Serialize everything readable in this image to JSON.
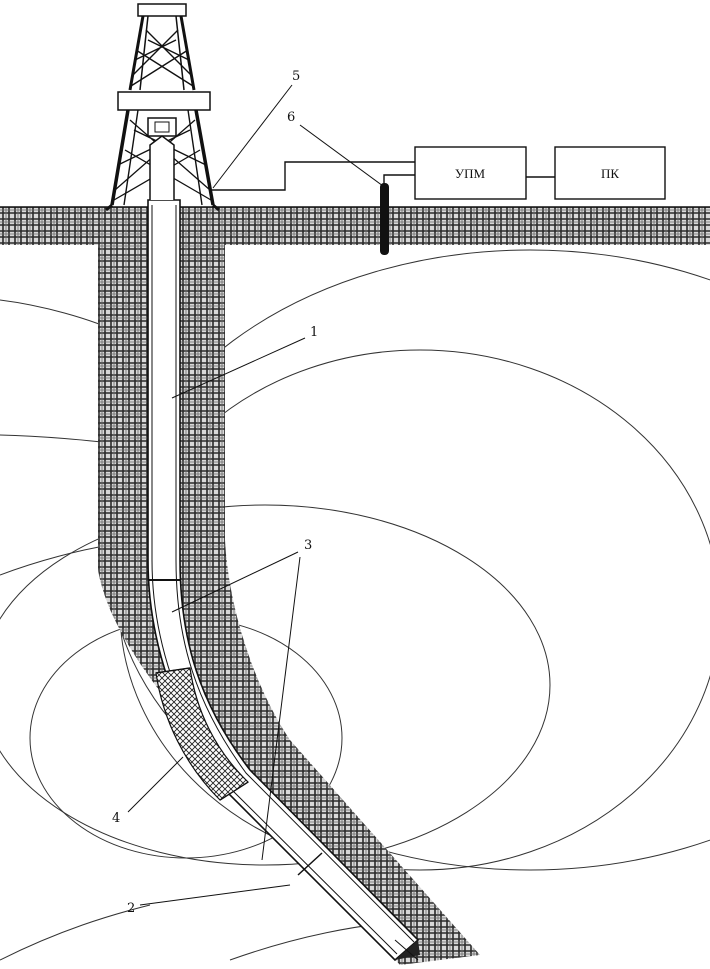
{
  "diagram": {
    "blocks": {
      "upm": "УПМ",
      "pk": "ПК"
    },
    "callouts": {
      "c1": "1",
      "c2": "2",
      "c3": "3",
      "c4": "4",
      "c5": "5",
      "c6": "6"
    }
  }
}
